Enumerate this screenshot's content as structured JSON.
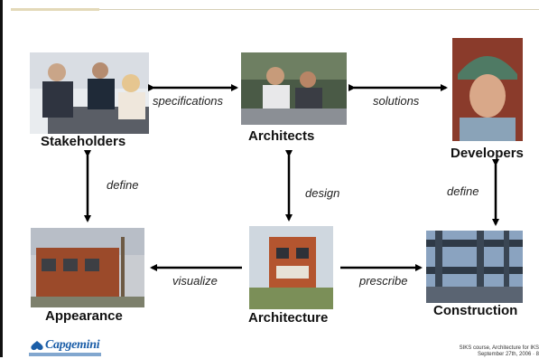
{
  "nodes": {
    "stakeholders": {
      "label": "Stakeholders"
    },
    "architects": {
      "label": "Architects"
    },
    "developers": {
      "label": "Developers"
    },
    "appearance": {
      "label": "Appearance"
    },
    "architecture": {
      "label": "Architecture"
    },
    "construction": {
      "label": "Construction"
    }
  },
  "edges": {
    "specifications": "specifications",
    "solutions": "solutions",
    "define_left": "define",
    "design": "design",
    "define_right": "define",
    "visualize": "visualize",
    "prescribe": "prescribe"
  },
  "footer": {
    "logo": "Capgemini",
    "line1": "SIKS course, Architecture for IKS",
    "line2": "September 27th, 2006 · 8"
  },
  "colors": {
    "arrow": "#000000",
    "logo_blue": "#1b5ea8"
  }
}
